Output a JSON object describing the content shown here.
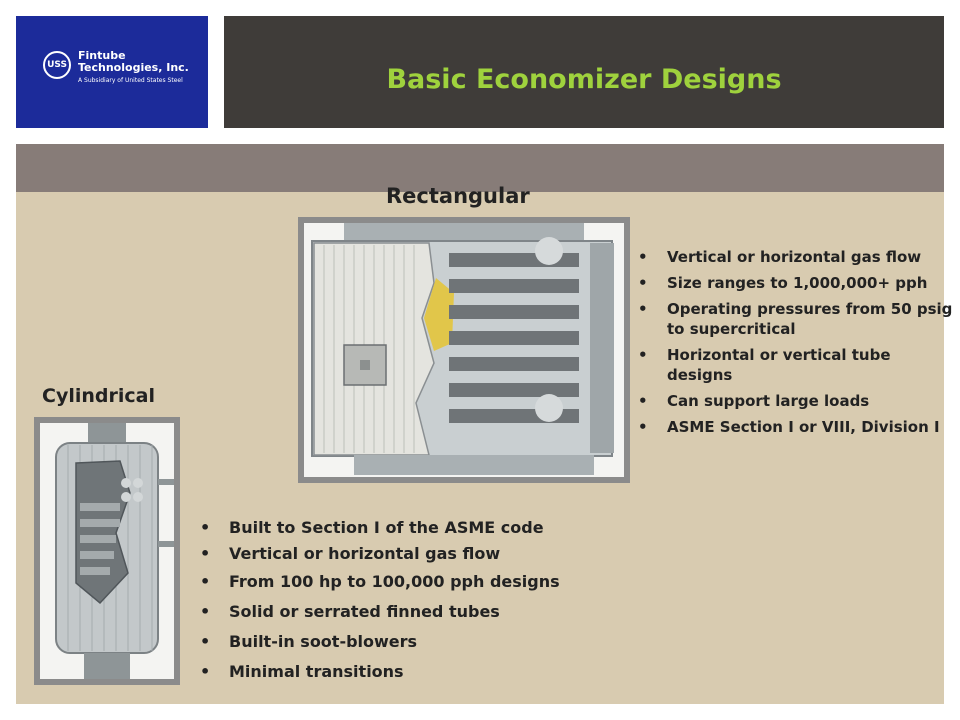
{
  "logo": {
    "mark": "USS",
    "name": "Fintube Technologies, Inc.",
    "subtitle": "A Subsidiary of United States Steel"
  },
  "title": "Basic Economizer Designs",
  "rectangular": {
    "heading": "Rectangular",
    "bullets": [
      "Vertical or horizontal gas flow",
      "Size ranges to 1,000,000+ pph",
      "Operating pressures from 50 psig to supercritical",
      "Horizontal or vertical tube designs",
      "Can support large loads",
      "ASME Section I or VIII, Division I"
    ]
  },
  "cylindrical": {
    "heading": "Cylindrical",
    "bullets": [
      "Built to Section I of the ASME code",
      "Vertical or horizontal gas flow",
      "From 100 hp to 100,000 pph designs",
      "Solid or serrated finned tubes",
      "Built-in soot-blowers",
      "Minimal transitions"
    ]
  },
  "colors": {
    "logo_bg": "#1c2b9a",
    "title_bg": "#3f3c39",
    "title_text": "#9fd23d",
    "band": "#877c78",
    "content_bg": "#d8cbb0"
  }
}
